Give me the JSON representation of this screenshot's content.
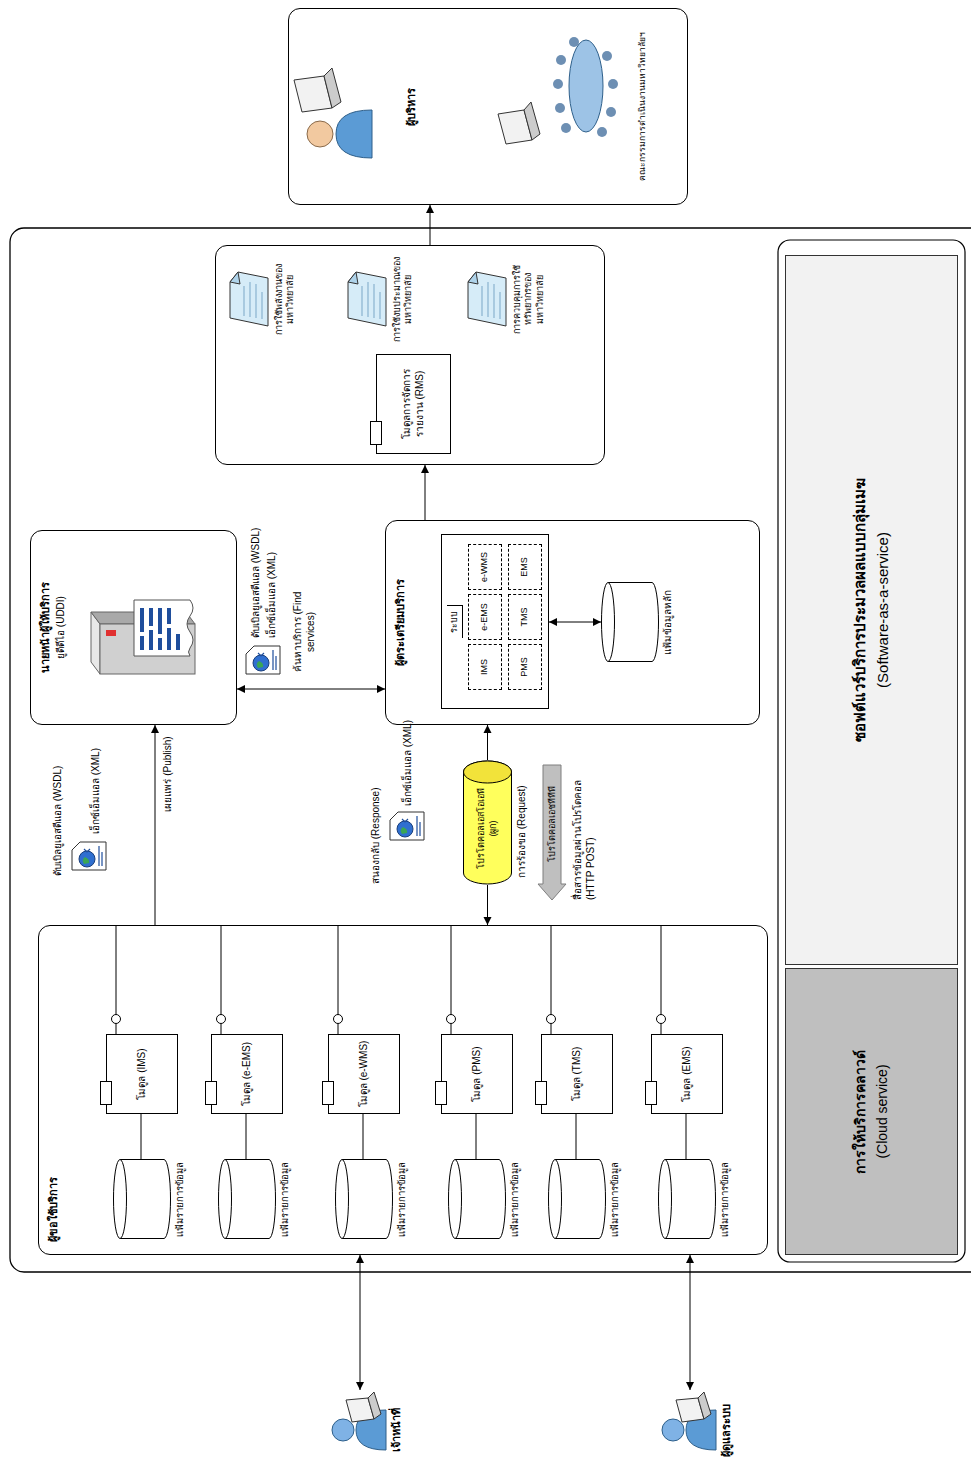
{
  "diagram": {
    "nodes": [
      {
        "text": [
          "เจ้าหน้าที่"
        ]
      },
      {
        "text": [
          "ผู้ดูแลระบบ"
        ]
      },
      {
        "text": [
          "ผู้ขอใช้บริการ"
        ]
      },
      {
        "text": [
          "โมดูล (IMS)"
        ],
        "in": 2
      },
      {
        "text": [
          "โมดูล (e-EMS)"
        ],
        "in": 2
      },
      {
        "text": [
          "โมดูล (e-WMS)"
        ],
        "in": 2
      },
      {
        "text": [
          "โมดูล (PMS)"
        ],
        "in": 2
      },
      {
        "text": [
          "โมดูล (TMS)"
        ],
        "in": 2
      },
      {
        "text": [
          "โมดูล (EMS)"
        ],
        "in": 2
      },
      {
        "text": [
          "แฟ้มรายการข้อมูล"
        ],
        "in": 2
      },
      {
        "text": [
          "แฟ้มรายการข้อมูล"
        ],
        "in": 2
      },
      {
        "text": [
          "แฟ้มรายการข้อมูล"
        ],
        "in": 2
      },
      {
        "text": [
          "แฟ้มรายการข้อมูล"
        ],
        "in": 2
      },
      {
        "text": [
          "แฟ้มรายการข้อมูล"
        ],
        "in": 2
      },
      {
        "text": [
          "แฟ้มรายการข้อมูล"
        ],
        "in": 2
      },
      {
        "text": [
          "โปรโตคอลเอสโอเอพี (ผูก)"
        ]
      },
      {
        "text": [
          "โปรโตคอลเอชทีทีพี"
        ]
      },
      {
        "text": [
          "นายหน้าผู้ให้บริการ",
          "ยูดีดีไอ (UDDI)"
        ]
      },
      {
        "text": [
          "ผู้ตระเตรียมบริการ"
        ]
      },
      {
        "text": [
          "ระบบ"
        ],
        "in": 18
      },
      {
        "text": [
          "IMS"
        ],
        "in": 19
      },
      {
        "text": [
          "e-EMS"
        ],
        "in": 19
      },
      {
        "text": [
          "e-WMS"
        ],
        "in": 19
      },
      {
        "text": [
          "PMS"
        ],
        "in": 19
      },
      {
        "text": [
          "TMS"
        ],
        "in": 19
      },
      {
        "text": [
          "EMS"
        ],
        "in": 19
      },
      {
        "text": [
          "แฟ้มข้อมูลหลัก"
        ],
        "in": 18
      },
      {
        "text": []
      },
      {
        "text": [
          "โมดูลการจัดการรายงาน (RMS)"
        ],
        "in": 27
      },
      {
        "text": [
          "การใช้พลังงานของมหาวิทยาลัย"
        ],
        "in": 27
      },
      {
        "text": [
          "การใช้งบประมาณของมหาวิทยาลัย"
        ],
        "in": 27
      },
      {
        "text": [
          "การควบคุมการใช้ทรัพยากรของมหาวิทยาลัย"
        ],
        "in": 27
      },
      {
        "text": [
          "ผู้บริหาร",
          "คณะกรรมการดำเนินงานมหาวิทยาลัยฯ"
        ]
      },
      {
        "text": [
          "การให้บริการคลาวด์",
          "(Cloud service)"
        ]
      },
      {
        "text": [
          "ซอฟต์แวร์บริการประมวลผลแบบกลุ่มเมฆ",
          "(Software-as-a-service)"
        ]
      }
    ],
    "edges": [
      {
        "from": 0,
        "to": 2,
        "arrow": "both"
      },
      {
        "from": 1,
        "to": 2,
        "arrow": "both"
      },
      {
        "from": 3,
        "to": 9,
        "arrow": "none"
      },
      {
        "from": 4,
        "to": 10,
        "arrow": "none"
      },
      {
        "from": 5,
        "to": 11,
        "arrow": "none"
      },
      {
        "from": 6,
        "to": 12,
        "arrow": "none"
      },
      {
        "from": 7,
        "to": 13,
        "arrow": "none"
      },
      {
        "from": 8,
        "to": 14,
        "arrow": "none"
      },
      {
        "from": 2,
        "to": 17,
        "label": "เผยแพร่ (Publish)",
        "arrow": "to"
      },
      {
        "from": 15,
        "to": 2,
        "arrow": "to"
      },
      {
        "from": 15,
        "to": 18,
        "arrow": "to"
      },
      {
        "from": 17,
        "to": 18,
        "label": "ค้นหาบริการ (Find services)",
        "arrow": "both"
      },
      {
        "from": 19,
        "to": 26,
        "arrow": "both"
      },
      {
        "from": 18,
        "to": 27,
        "arrow": "to"
      },
      {
        "from": 27,
        "to": 32,
        "arrow": "to"
      }
    ],
    "labels": [
      "ดับเบิลยูเอสดีแอล (WSDL)",
      "เอ็กซ์เอ็มแอล (XML)",
      "สนองกลับ (Response)",
      "เอ็กซ์เอ็มแอล (XML)",
      "การร้องขอ (Request)",
      "สื่อสารข้อมูลผ่านโปรโตคอล (HTTP POST)",
      "ดับเบิลยูเอสดีแอล (WSDL)",
      "เอ็กซ์เอ็มแอล (XML)"
    ]
  }
}
